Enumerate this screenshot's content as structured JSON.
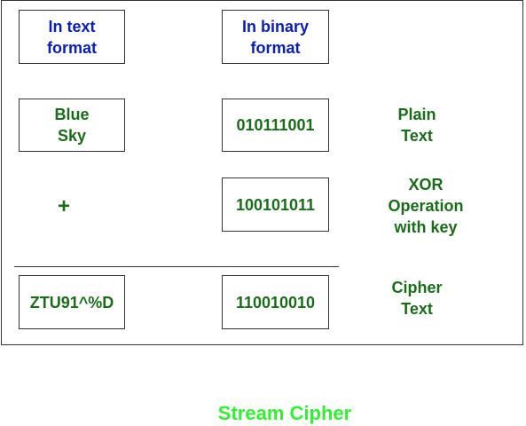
{
  "headers": {
    "text_format_line1": "In text",
    "text_format_line2": "format",
    "binary_format_line1": "In binary",
    "binary_format_line2": "format"
  },
  "rows": {
    "plaintext": {
      "text_line1": "Blue",
      "text_line2": "Sky",
      "binary": "010111001",
      "label_line1": "Plain",
      "label_line2": "Text"
    },
    "key": {
      "symbol": "+",
      "binary": "100101011",
      "label_line1": "XOR",
      "label_line2": "Operation",
      "label_line3": "with key"
    },
    "ciphertext": {
      "text": "ZTU91^%D",
      "binary": "110010010",
      "label_line1": "Cipher",
      "label_line2": "Text"
    }
  },
  "title": "Stream Cipher",
  "colors": {
    "header_text": "#0a1fb0",
    "content_text": "#1a6b1a",
    "title_text": "#33ee33",
    "border": "#333333"
  }
}
